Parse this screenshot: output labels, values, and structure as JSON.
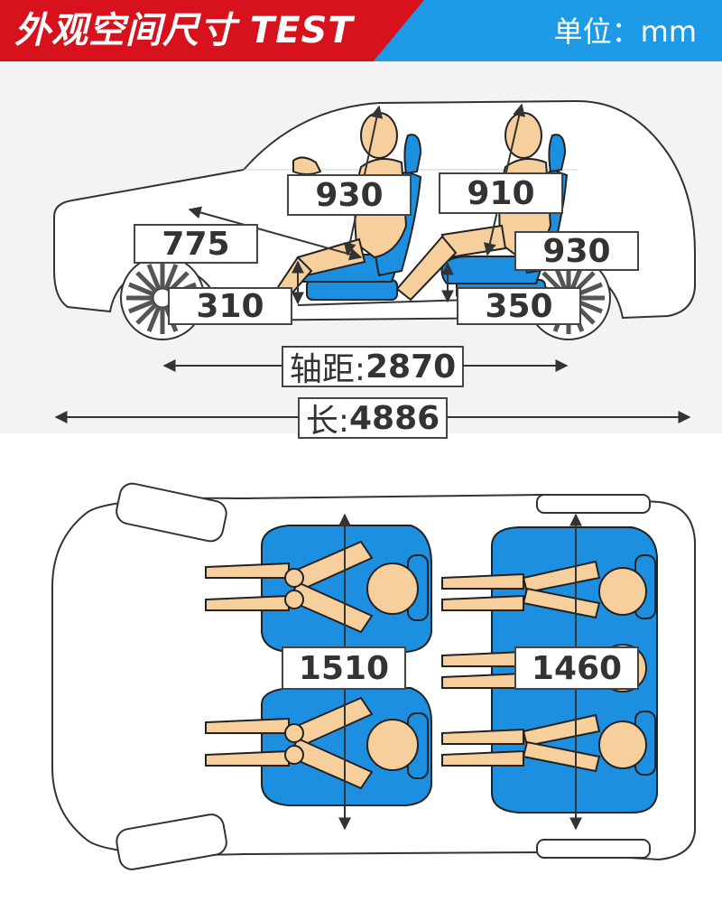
{
  "header": {
    "title": "外观空间尺寸 TEST",
    "unit": "单位：mm"
  },
  "side_view": {
    "front_headroom": "930",
    "rear_headroom": "910",
    "front_legroom": "775",
    "rear_legroom": "930",
    "front_seat_cushion": "310",
    "rear_seat_cushion": "350",
    "wheelbase_label": "轴距: ",
    "wheelbase_value": "2870",
    "length_label": "长: ",
    "length_value": "4886"
  },
  "top_view": {
    "front_shoulder_width": "1510",
    "rear_shoulder_width": "1460"
  },
  "colors": {
    "header_red": "#d8121c",
    "header_blue": "#1d9be6",
    "seat_blue": "#1d8fe0",
    "skin": "#f6cf9c"
  }
}
